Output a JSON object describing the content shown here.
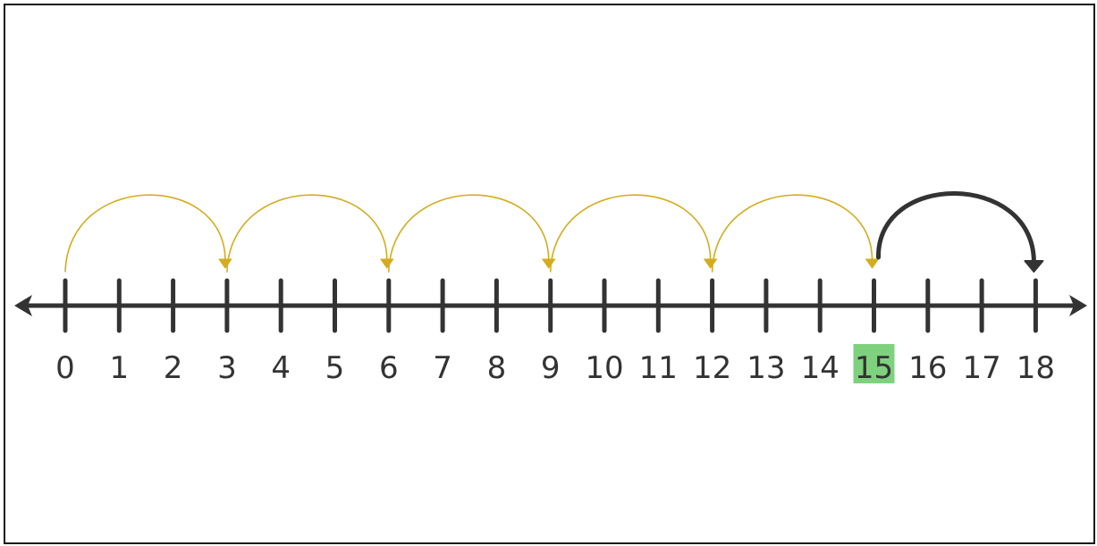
{
  "number_line": {
    "start": 0,
    "end": 18,
    "labels": [
      "0",
      "1",
      "2",
      "3",
      "4",
      "5",
      "6",
      "7",
      "8",
      "9",
      "10",
      "11",
      "12",
      "13",
      "14",
      "15",
      "16",
      "17",
      "18"
    ],
    "highlighted": "15",
    "jumps": [
      {
        "from": 0,
        "to": 3,
        "style": "thin-gold"
      },
      {
        "from": 3,
        "to": 6,
        "style": "thin-gold"
      },
      {
        "from": 6,
        "to": 9,
        "style": "thin-gold"
      },
      {
        "from": 9,
        "to": 12,
        "style": "thin-gold"
      },
      {
        "from": 12,
        "to": 15,
        "style": "thin-gold"
      },
      {
        "from": 15,
        "to": 18,
        "style": "bold-dark"
      }
    ]
  },
  "colors": {
    "line": "#333333",
    "jump_gold": "#d4ac1f",
    "jump_dark": "#333333",
    "highlight": "#7ed27e"
  }
}
